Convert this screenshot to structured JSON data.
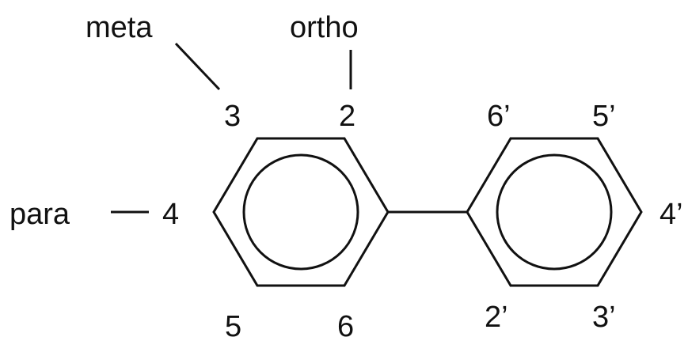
{
  "labels": {
    "meta": "meta",
    "ortho": "ortho",
    "para": "para",
    "pos_3": "3",
    "pos_2": "2",
    "pos_4": "4",
    "pos_5": "5",
    "pos_6": "6",
    "pos_6p": "6’",
    "pos_5p": "5’",
    "pos_4p": "4’",
    "pos_2p": "2’",
    "pos_3p": "3’"
  },
  "colors": {
    "line": "#111111",
    "background": "#ffffff"
  }
}
